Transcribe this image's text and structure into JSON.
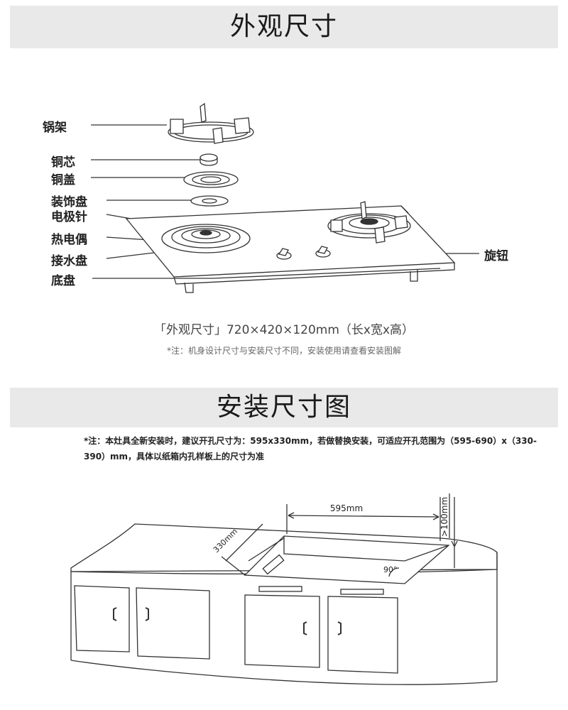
{
  "section1": {
    "title": "外观尺寸"
  },
  "parts": {
    "pot_stand": "锅架",
    "copper_core": "铜芯",
    "copper_cap": "铜盖",
    "decor_plate": "装饰盘",
    "electrode": "电极针",
    "thermocouple": "热电偶",
    "drip_tray": "接水盘",
    "base_pan": "底盘",
    "knob": "旋钮"
  },
  "dimensions_text": "「外观尺寸」720×420×120mm（长x宽x高）",
  "note_body": "*注：机身设计尺寸与安装尺寸不同，安装使用请查看安装图解",
  "section2": {
    "title": "安装尺寸图"
  },
  "install_note": "*注：本灶具全新安装时，建议开孔尺寸为：595x330mm，若做替换安装，可适应开孔范围为（595-690）x（330-390）mm，具体以纸箱内孔样板上的尺寸为准",
  "install_diagram": {
    "width_label": "595mm",
    "depth_label": "330mm",
    "clearance_label": ">100mm",
    "angle_label": "90°"
  }
}
